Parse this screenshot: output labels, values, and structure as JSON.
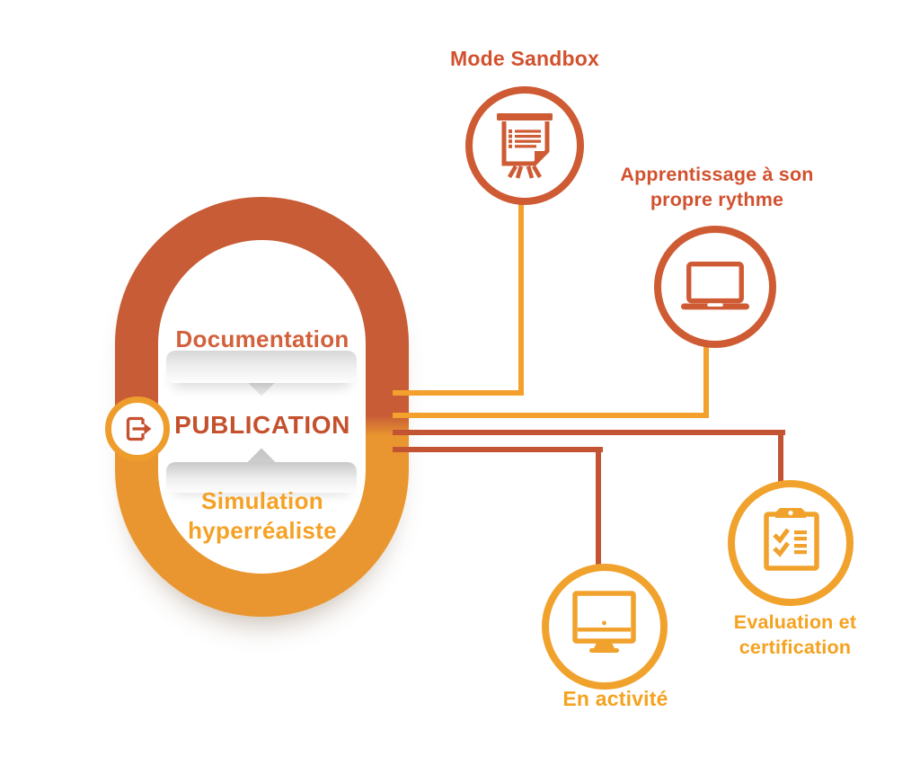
{
  "diagram": {
    "background_color": "#ffffff",
    "capsule": {
      "top_color": "#C75C36",
      "bottom_color": "#E99630",
      "items": [
        {
          "label": "Documentation",
          "color": "#D2613B"
        },
        {
          "label": "PUBLICATION",
          "color": "#C5502D"
        },
        {
          "label": "Simulation hyperréaliste",
          "color": "#F5A125"
        }
      ],
      "badge": {
        "icon": "export-icon",
        "ring_color": "#EE9D2C",
        "glyph_color": "#C7502E"
      }
    },
    "nodes": [
      {
        "id": "mode-sandbox",
        "label": "Mode Sandbox",
        "icon": "presentation-board-icon",
        "ring_color": "#CE5B34",
        "label_color": "#D2512E",
        "connector_color": "#F3A02D"
      },
      {
        "id": "apprentissage",
        "label": "Apprentissage à son propre rythme",
        "icon": "laptop-icon",
        "ring_color": "#CE5B34",
        "label_color": "#D2512E",
        "connector_color": "#F3A02D"
      },
      {
        "id": "evaluation",
        "label": "Evaluation et certification",
        "icon": "clipboard-checklist-icon",
        "ring_color": "#F0A22D",
        "label_color": "#F5A21F",
        "connector_color": "#C35433"
      },
      {
        "id": "en-activite",
        "label": "En activité",
        "icon": "desktop-monitor-icon",
        "ring_color": "#F0A22D",
        "label_color": "#F5A21F",
        "connector_color": "#C35433"
      }
    ]
  }
}
